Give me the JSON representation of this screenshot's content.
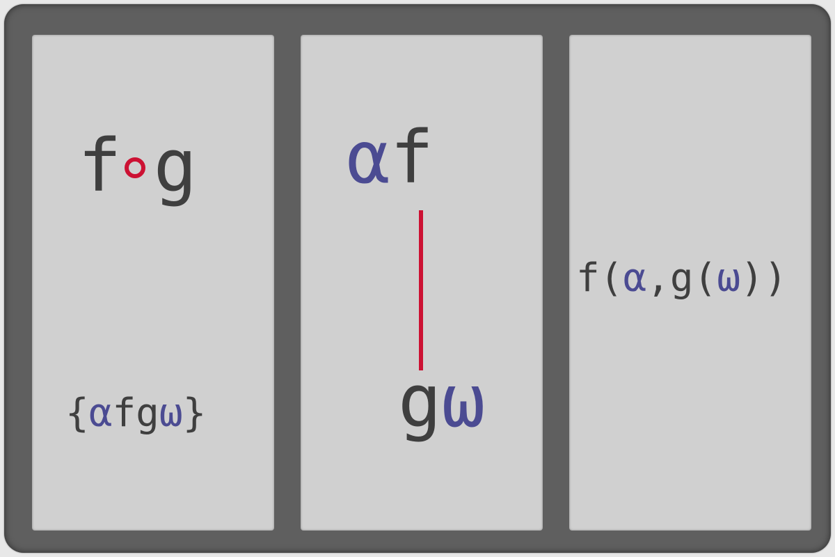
{
  "colors": {
    "frame": "#5f5f5f",
    "panel": "#d0d0d0",
    "ink": "#3f3f3f",
    "accent_blue": "#4b4b92",
    "accent_red": "#cc1133"
  },
  "panel1": {
    "compose": {
      "left": "f",
      "right": "g"
    },
    "set": {
      "open": "{",
      "alpha": "α",
      "f": "f",
      "g": "g",
      "omega": "ω",
      "close": "}"
    }
  },
  "panel2": {
    "top": {
      "alpha": "α",
      "f": "f"
    },
    "bottom": {
      "g": "g",
      "omega": "ω"
    }
  },
  "panel3": {
    "expr": {
      "f": "f",
      "p1": "(",
      "alpha": "α",
      "comma": ",",
      "g": "g",
      "p2": "(",
      "omega": "ω",
      "close": "))"
    }
  }
}
